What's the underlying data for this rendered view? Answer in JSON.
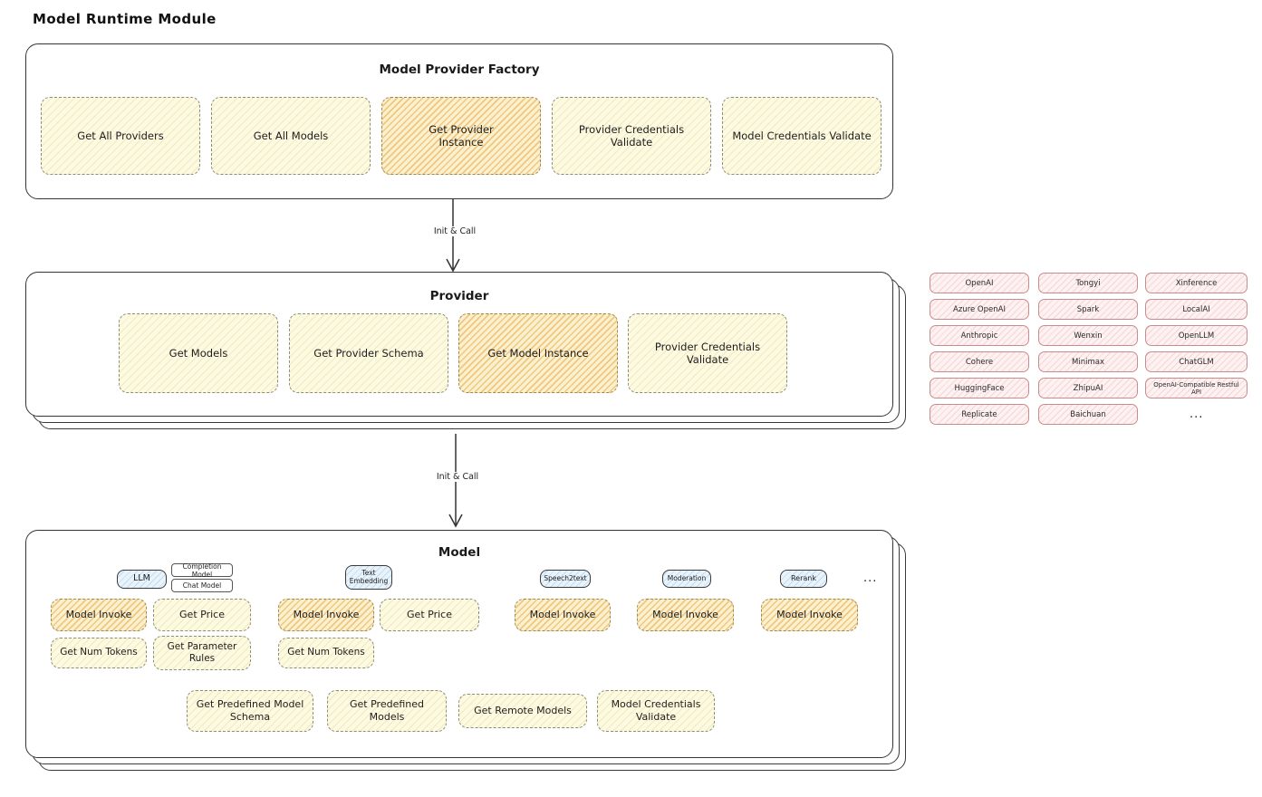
{
  "page": {
    "title": "Model Runtime Module"
  },
  "arrows": {
    "arrow1_label": "Init & Call",
    "arrow2_label": "Init & Call"
  },
  "colors": {
    "cream_fill": "#fdfae3",
    "highlight_fill": "#fbf0cf",
    "highlight_hatch": "#e8a63a",
    "pink_fill": "#fdf1f1",
    "pink_border": "#c98b8b",
    "blue_fill": "#e8f3fb",
    "border_dark": "#343434"
  },
  "factory": {
    "title": "Model Provider Factory",
    "items": [
      {
        "label": "Get All Providers",
        "highlight": false
      },
      {
        "label": "Get All Models",
        "highlight": false
      },
      {
        "label": "Get Provider Instance",
        "highlight": true
      },
      {
        "label": "Provider Credentials Validate",
        "highlight": false
      },
      {
        "label": "Model Credentials Validate",
        "highlight": false
      }
    ]
  },
  "provider": {
    "title": "Provider",
    "items": [
      {
        "label": "Get Models",
        "highlight": false
      },
      {
        "label": "Get Provider Schema",
        "highlight": false
      },
      {
        "label": "Get Model Instance",
        "highlight": true
      },
      {
        "label": "Provider Credentials Validate",
        "highlight": false
      }
    ]
  },
  "providers_grid": {
    "col1": [
      "OpenAI",
      "Azure OpenAI",
      "Anthropic",
      "Cohere",
      "HuggingFace",
      "Replicate"
    ],
    "col2": [
      "Tongyi",
      "Spark",
      "Wenxin",
      "Minimax",
      "ZhipuAI",
      "Baichuan"
    ],
    "col3": [
      "Xinference",
      "LocalAI",
      "OpenLLM",
      "ChatGLM",
      "OpenAI-Compatible Restful API"
    ],
    "ellipsis": "..."
  },
  "model": {
    "title": "Model",
    "tags": {
      "llm": "LLM",
      "completion_model": "Completion Model",
      "chat_model": "Chat Model",
      "text_embedding": "Text Embedding",
      "speech2text": "Speech2text",
      "moderation": "Moderation",
      "rerank": "Rerank",
      "ellipsis": "..."
    },
    "llm_ops": {
      "invoke": "Model Invoke",
      "price": "Get Price",
      "tokens": "Get Num Tokens",
      "rules": "Get Parameter Rules"
    },
    "text_embedding_ops": {
      "invoke": "Model Invoke",
      "price": "Get Price",
      "tokens": "Get Num Tokens"
    },
    "speech2text_ops": {
      "invoke": "Model Invoke"
    },
    "moderation_ops": {
      "invoke": "Model Invoke"
    },
    "rerank_ops": {
      "invoke": "Model Invoke"
    },
    "bottom_ops": {
      "schema": "Get Predefined Model Schema",
      "predefined": "Get Predefined Models",
      "remote": "Get Remote Models",
      "validate": "Model Credentials Validate"
    }
  }
}
